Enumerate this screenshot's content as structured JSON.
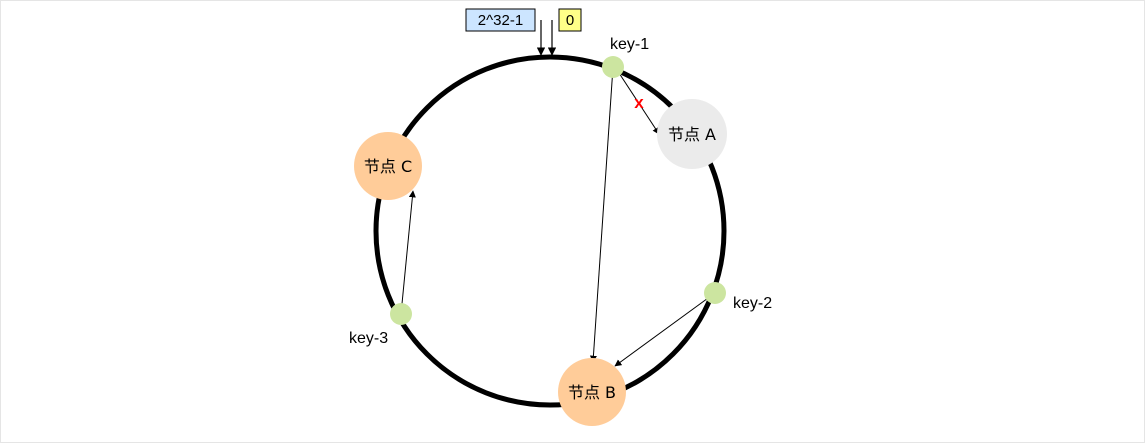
{
  "diagram": {
    "boxes": {
      "max_label": "2^32-1",
      "zero_label": "0"
    },
    "nodes": {
      "a": "节点 A",
      "b": "节点 B",
      "c": "节点 C"
    },
    "keys": {
      "k1": "key-1",
      "k2": "key-2",
      "k3": "key-3"
    },
    "x_mark": "x",
    "colors": {
      "ring": "#000000",
      "node_active": "#ffcc99",
      "node_removed": "#ebebeb",
      "key_dot": "#cce5a0",
      "box_max": "#cce5ff",
      "box_zero": "#ffff88",
      "x_mark": "#ff0000"
    }
  }
}
